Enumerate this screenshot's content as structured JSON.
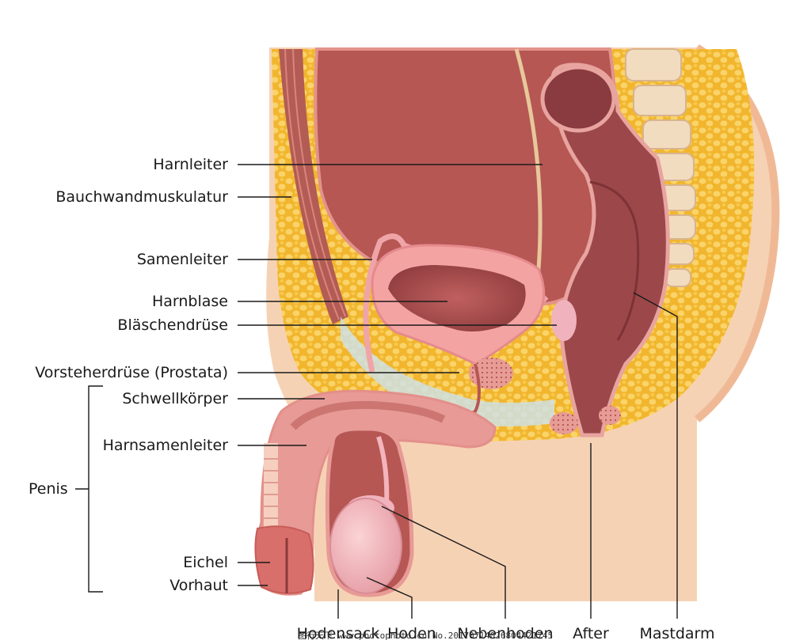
{
  "labels": {
    "harnleiter": "Harnleiter",
    "bauchwand": "Bauchwandmuskulatur",
    "samenleiter": "Samenleiter",
    "harnblase": "Harnblase",
    "blaeschen": "Bläschendrüse",
    "prostata": "Vorsteherdrüse (Prostata)",
    "schwellkoerper": "Schwellkörper",
    "harnsamenleiter": "Harnsamenleiter",
    "penis": "Penis",
    "eichel": "Eichel",
    "vorhaut": "Vorhaut",
    "hodensack": "Hodensack",
    "hoden": "Hoden",
    "nebenhoden": "Nebenhoden",
    "after": "After",
    "mastdarm": "Mastdarm"
  },
  "watermark": "图行天下 www.photophoto.cn No.20170714026804421745",
  "colors": {
    "skin": "#f6d2b4",
    "fat": "#f3c23f",
    "muscle": "#b85a58",
    "organ_dark": "#a24a4b",
    "organ_light": "#e89a9a",
    "bone": "#f2dcc0"
  }
}
